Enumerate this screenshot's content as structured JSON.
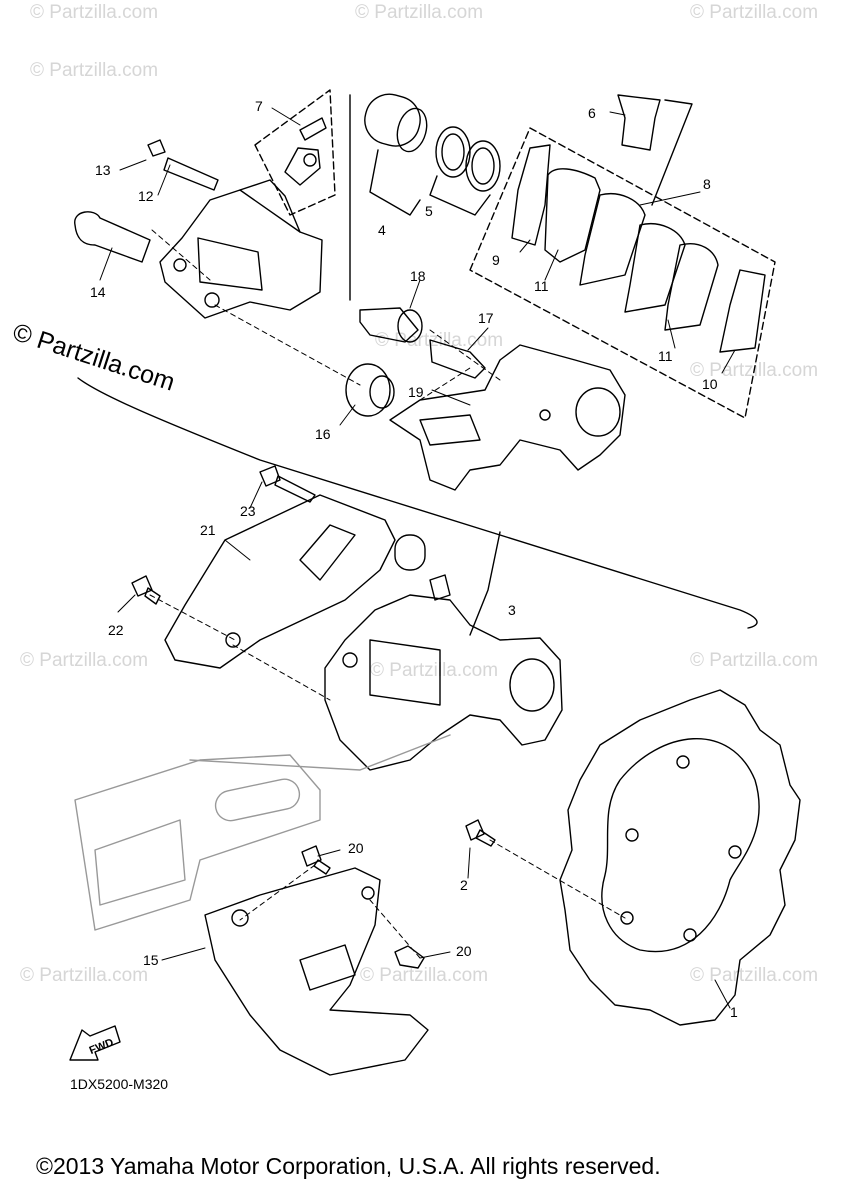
{
  "watermark": {
    "text": "© Partzilla.com",
    "main_text": "© Partzilla.com"
  },
  "callouts": [
    "1",
    "2",
    "3",
    "4",
    "5",
    "6",
    "7",
    "8",
    "9",
    "10",
    "11",
    "11",
    "12",
    "13",
    "14",
    "15",
    "16",
    "17",
    "18",
    "19",
    "20",
    "20",
    "21",
    "22",
    "23"
  ],
  "fwd_label": "FWD",
  "diagram_code": "1DX5200-M320",
  "copyright": "©2013 Yamaha Motor Corporation, U.S.A. All rights reserved."
}
